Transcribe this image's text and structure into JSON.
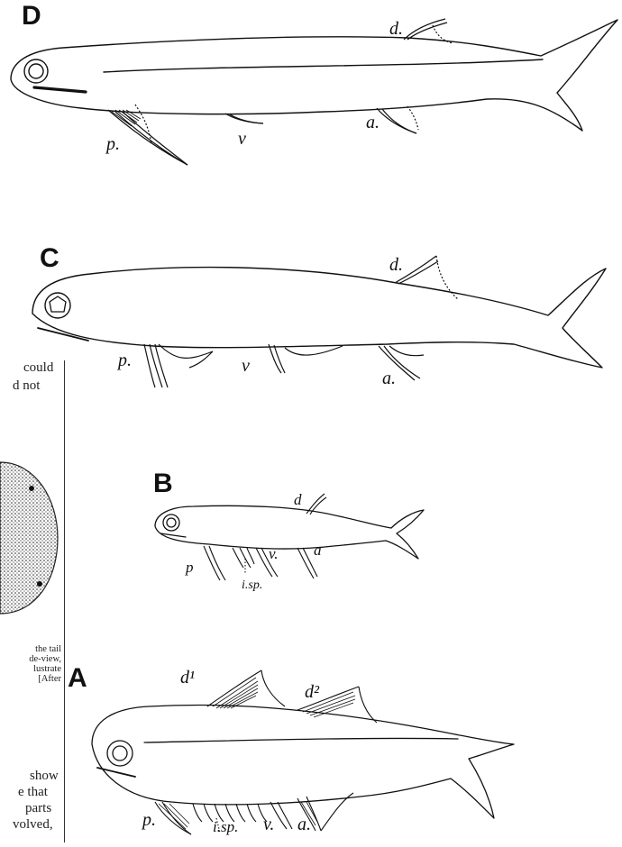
{
  "panels": {
    "D": {
      "letter": "D",
      "labels": {
        "d": "d.",
        "p": "p.",
        "v": "v",
        "a": "a."
      }
    },
    "C": {
      "letter": "C",
      "labels": {
        "d": "d.",
        "p": "p.",
        "v": "v",
        "a": "a."
      }
    },
    "B": {
      "letter": "B",
      "labels": {
        "d": "d",
        "p": "p",
        "v": "v.",
        "a": "a",
        "isp": "i.sp."
      }
    },
    "A": {
      "letter": "A",
      "labels": {
        "d1": "d¹",
        "d2": "d²",
        "p": "p.",
        "isp": "i.sp.",
        "v": "v.",
        "a": "a."
      }
    }
  },
  "left_column_fragments": {
    "body_top": [
      "could",
      "d  not"
    ],
    "caption": [
      "the tail",
      "de-view,",
      "lustrate",
      "[After"
    ],
    "body_bottom": [
      "show",
      "e that",
      "parts",
      "volved,"
    ]
  }
}
